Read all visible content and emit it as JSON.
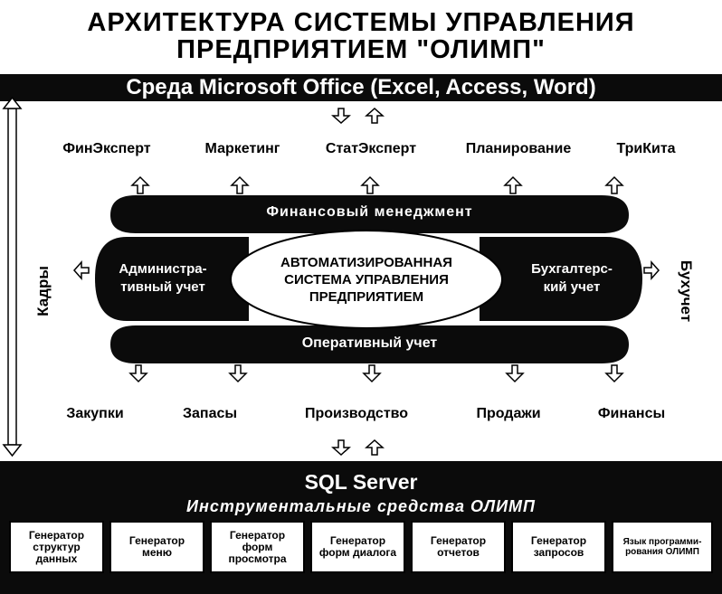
{
  "title": {
    "line1": "АРХИТЕКТУРА СИСТЕМЫ УПРАВЛЕНИЯ",
    "line2": "ПРЕДПРИЯТИЕМ \"ОЛИМП\""
  },
  "environment_band": "Среда Microsoft Office (Excel, Access, Word)",
  "top_modules": [
    "ФинЭксперт",
    "Маркетинг",
    "СтатЭксперт",
    "Планирование",
    "ТриКита"
  ],
  "core": {
    "top_band": "Финансовый менеджмент",
    "bottom_band": "Оперативный учет",
    "left_wing": [
      "Администра-",
      "тивный учет"
    ],
    "right_wing": [
      "Бухгалтерс-",
      "кий учет"
    ],
    "center": [
      "АВТОМАТИЗИРОВАННАЯ",
      "СИСТЕМА УПРАВЛЕНИЯ",
      "ПРЕДПРИЯТИЕМ"
    ]
  },
  "left_side_label": "Кадры",
  "right_side_label": "Бухучет",
  "bottom_modules": [
    "Закупки",
    "Запасы",
    "Производство",
    "Продажи",
    "Финансы"
  ],
  "sql_server": "SQL Server",
  "tools_title": "Инструментальные средства ОЛИМП",
  "tools": [
    "Генератор структур данных",
    "Генератор меню",
    "Генератор форм просмотра",
    "Генератор форм диалога",
    "Генератор отчетов",
    "Генератор запросов",
    "Язык программи-рования ОЛИМП"
  ]
}
